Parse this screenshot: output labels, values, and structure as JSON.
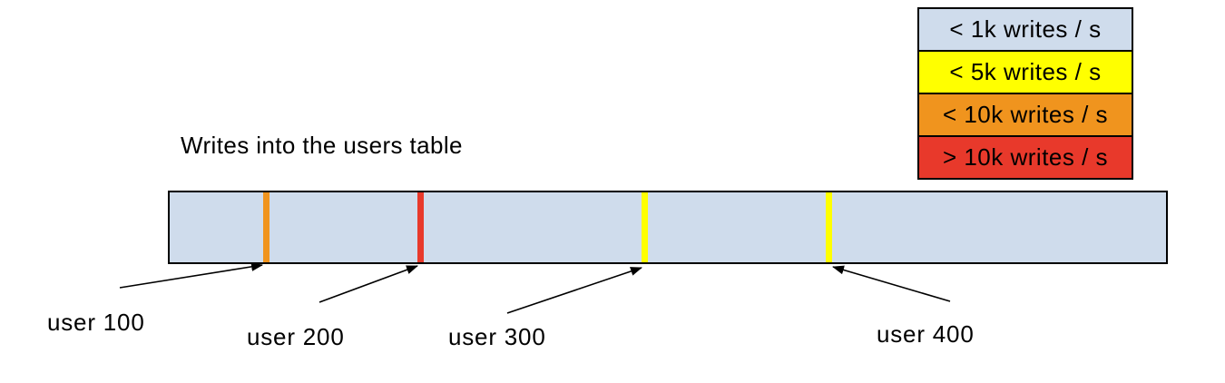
{
  "title": "Writes into the users table",
  "legend": {
    "rows": [
      {
        "label": "< 1k writes / s",
        "color": "#cfdcec"
      },
      {
        "label": "< 5k writes / s",
        "color": "#ffff00"
      },
      {
        "label": "< 10k writes / s",
        "color": "#f0941e"
      },
      {
        "label": "> 10k writes / s",
        "color": "#e8392b"
      }
    ]
  },
  "bar": {
    "fill": "#cfdcec",
    "border_color": "#000000",
    "stripes": [
      {
        "user": "user 100",
        "color": "#f0941e",
        "legend_match": "< 10k writes / s"
      },
      {
        "user": "user 200",
        "color": "#e8392b",
        "legend_match": "> 10k writes / s"
      },
      {
        "user": "user 300",
        "color": "#ffff00",
        "legend_match": "< 5k writes / s"
      },
      {
        "user": "user 400",
        "color": "#ffff00",
        "legend_match": "< 5k writes / s"
      }
    ]
  }
}
